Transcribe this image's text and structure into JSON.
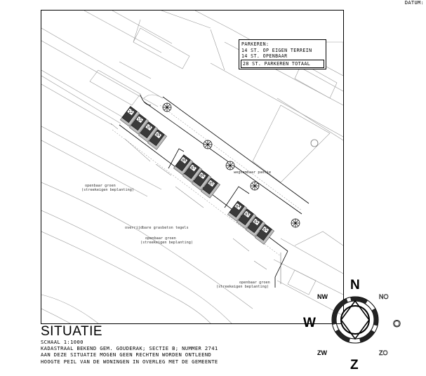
{
  "header": {
    "datum_label": "DATUM:"
  },
  "parking": {
    "title": "PARKEREN:",
    "line1": "14 ST. OP EIGEN TERREIN",
    "line2": "14 ST. OPENBAAR",
    "line3": "28 ST. PARKEREN TOTAAL"
  },
  "plan": {
    "labels": {
      "groen_top": "openbaar groen",
      "groen_top_sub": "(streekeigen beplanting)",
      "pad": "wegnembaar padtje",
      "tegels": "overrijdbare grasbeton tegels",
      "groen_mid": "openbaar groen",
      "groen_mid_sub": "(streekeigen beplanting)",
      "groen_bottom": "openbaar groen",
      "groen_bottom_sub": "(streekeigen beplanting)"
    },
    "house_numbers": [
      "12",
      "11",
      "10",
      "09",
      "08",
      "07",
      "06",
      "05",
      "04",
      "03",
      "02",
      "01"
    ]
  },
  "title_block": {
    "title": "SITUATIE",
    "scale": "SCHAAL 1:1000",
    "kadaster": "KADASTRAAL BEKEND GEM. GOUDERAK; SECTIE B; NUMMER 2741",
    "disclaimer": "AAN DEZE SITUATIE MOGEN GEEN RECHTEN WORDEN ONTLEEND",
    "peil": "HOOGTE PEIL VAN DE WONINGEN IN OVERLEG MET DE GEMEENTE"
  },
  "compass": {
    "n": "N",
    "no": "NO",
    "o": "O",
    "zo": "ZO",
    "z": "Z",
    "zw": "ZW",
    "w": "W",
    "nw": "NW"
  }
}
